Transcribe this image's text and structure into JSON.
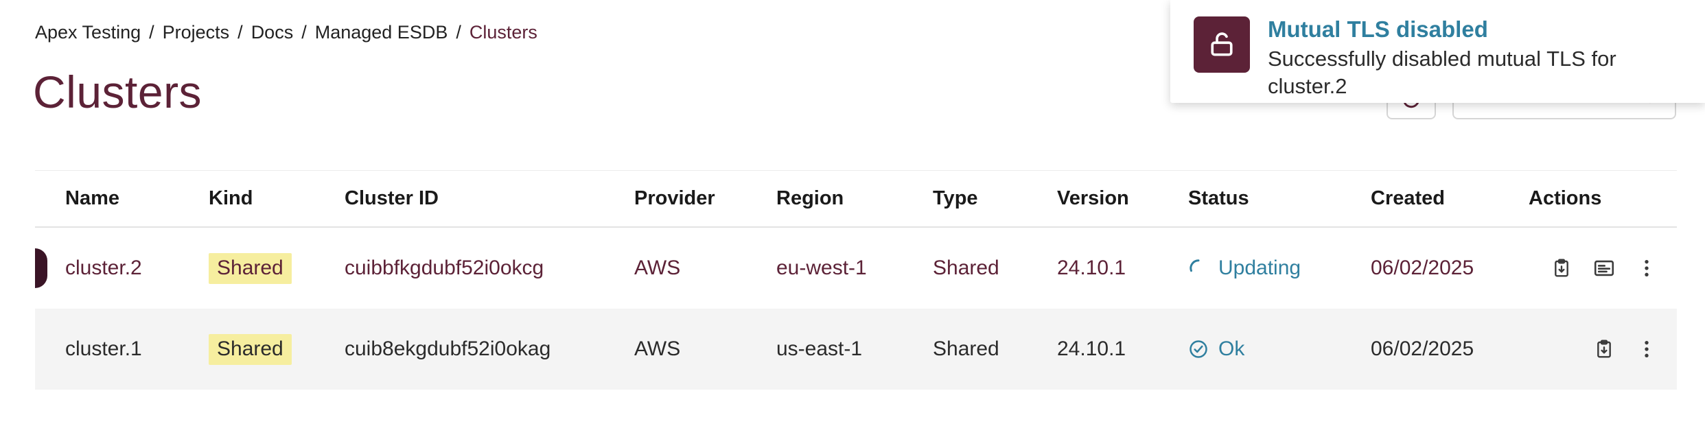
{
  "breadcrumb": {
    "separator": "/",
    "items": [
      {
        "label": "Apex Testing"
      },
      {
        "label": "Projects"
      },
      {
        "label": "Docs"
      },
      {
        "label": "Managed ESDB"
      }
    ],
    "current": "Clusters"
  },
  "page": {
    "title": "Clusters"
  },
  "toast": {
    "title": "Mutual TLS disabled",
    "message": "Successfully disabled mutual TLS for cluster.2",
    "icon": "unlock-icon"
  },
  "header_buttons": {
    "refresh": "refresh-icon",
    "dropdown": "chevron-down-icon"
  },
  "table": {
    "columns": [
      "Name",
      "Kind",
      "Cluster ID",
      "Provider",
      "Region",
      "Type",
      "Version",
      "Status",
      "Created",
      "Actions"
    ],
    "rows": [
      {
        "name": "cluster.2",
        "kind": "Shared",
        "cluster_id": "cuibbfkgdubf52i0okcg",
        "provider": "AWS",
        "region": "eu-west-1",
        "type": "Shared",
        "version": "24.10.1",
        "status": {
          "label": "Updating",
          "state": "updating",
          "icon": "spinner-icon"
        },
        "created": "06/02/2025",
        "actions": [
          "copy-icon",
          "logs-icon",
          "kebab-menu-icon"
        ],
        "highlighted": true
      },
      {
        "name": "cluster.1",
        "kind": "Shared",
        "cluster_id": "cuib8ekgdubf52i0okag",
        "provider": "AWS",
        "region": "us-east-1",
        "type": "Shared",
        "version": "24.10.1",
        "status": {
          "label": "Ok",
          "state": "ok",
          "icon": "check-circle-icon"
        },
        "created": "06/02/2025",
        "actions": [
          "copy-icon",
          "kebab-menu-icon"
        ],
        "highlighted": false
      }
    ]
  },
  "colors": {
    "accent": "#5c2237",
    "accent_dark": "#3a1426",
    "status_teal": "#2f7f9f",
    "kind_highlight": "#f6ee9f",
    "row_alt_bg": "#f4f4f4"
  }
}
